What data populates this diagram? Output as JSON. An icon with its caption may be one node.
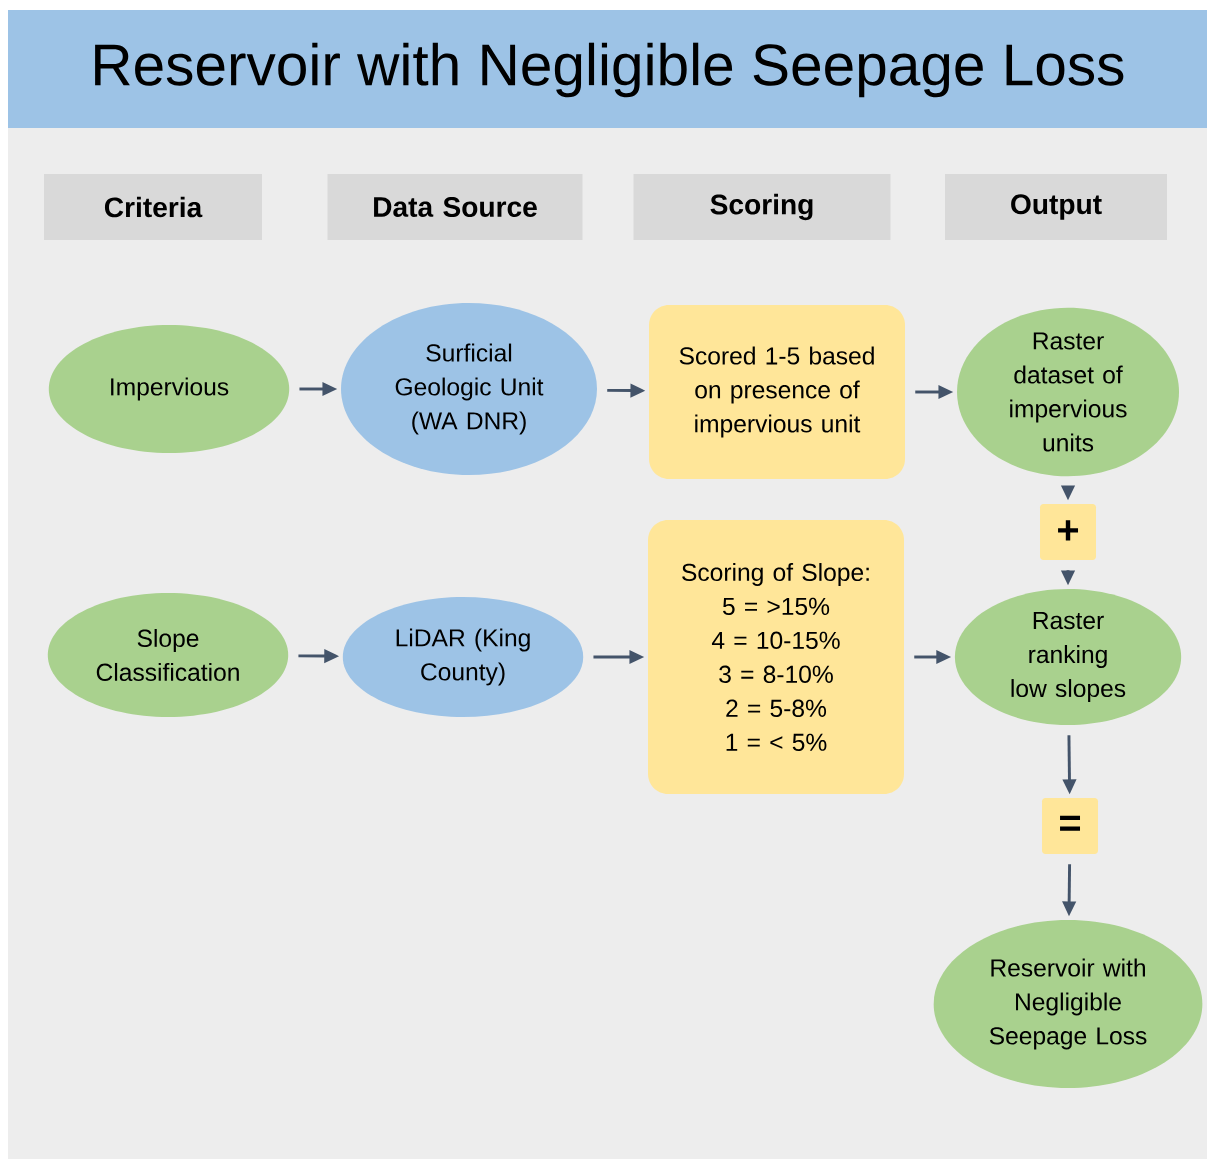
{
  "diagram": {
    "title": "Reservoir with Negligible Seepage Loss",
    "nodes": [
      {
        "text": [
          "Criteria"
        ]
      },
      {
        "text": [
          "Data Source"
        ]
      },
      {
        "text": [
          "Scoring"
        ]
      },
      {
        "text": [
          "Output"
        ]
      },
      {
        "text": [
          "Impervious"
        ]
      },
      {
        "text": [
          "Surficial Geologic Unit (WA DNR)"
        ]
      },
      {
        "text": [
          "Scored 1-5 based on presence of impervious unit"
        ]
      },
      {
        "text": [
          "Raster dataset of impervious units"
        ]
      },
      {
        "text": [
          "+"
        ]
      },
      {
        "text": [
          "Slope Classification"
        ]
      },
      {
        "text": [
          "LiDAR (King County)"
        ]
      },
      {
        "text": [
          "Scoring of Slope:",
          "5 = >15%",
          "4 = 10-15%",
          "3 = 8-10%",
          "2 = 5-8%",
          "1 = < 5%"
        ]
      },
      {
        "text": [
          "Raster ranking low slopes"
        ]
      },
      {
        "text": [
          "="
        ]
      },
      {
        "text": [
          "Reservoir with Negligible Seepage Loss"
        ]
      }
    ],
    "edges": [
      {
        "from": 4,
        "to": 5,
        "arrow": "to"
      },
      {
        "from": 5,
        "to": 6,
        "arrow": "to"
      },
      {
        "from": 6,
        "to": 7,
        "arrow": "to"
      },
      {
        "from": 7,
        "to": 8,
        "arrow": "to"
      },
      {
        "from": 8,
        "to": 12,
        "arrow": "to"
      },
      {
        "from": 9,
        "to": 10,
        "arrow": "to"
      },
      {
        "from": 10,
        "to": 11,
        "arrow": "to"
      },
      {
        "from": 11,
        "to": 12,
        "arrow": "to"
      },
      {
        "from": 12,
        "to": 13,
        "arrow": "to"
      },
      {
        "from": 13,
        "to": 14,
        "arrow": "to"
      }
    ]
  }
}
